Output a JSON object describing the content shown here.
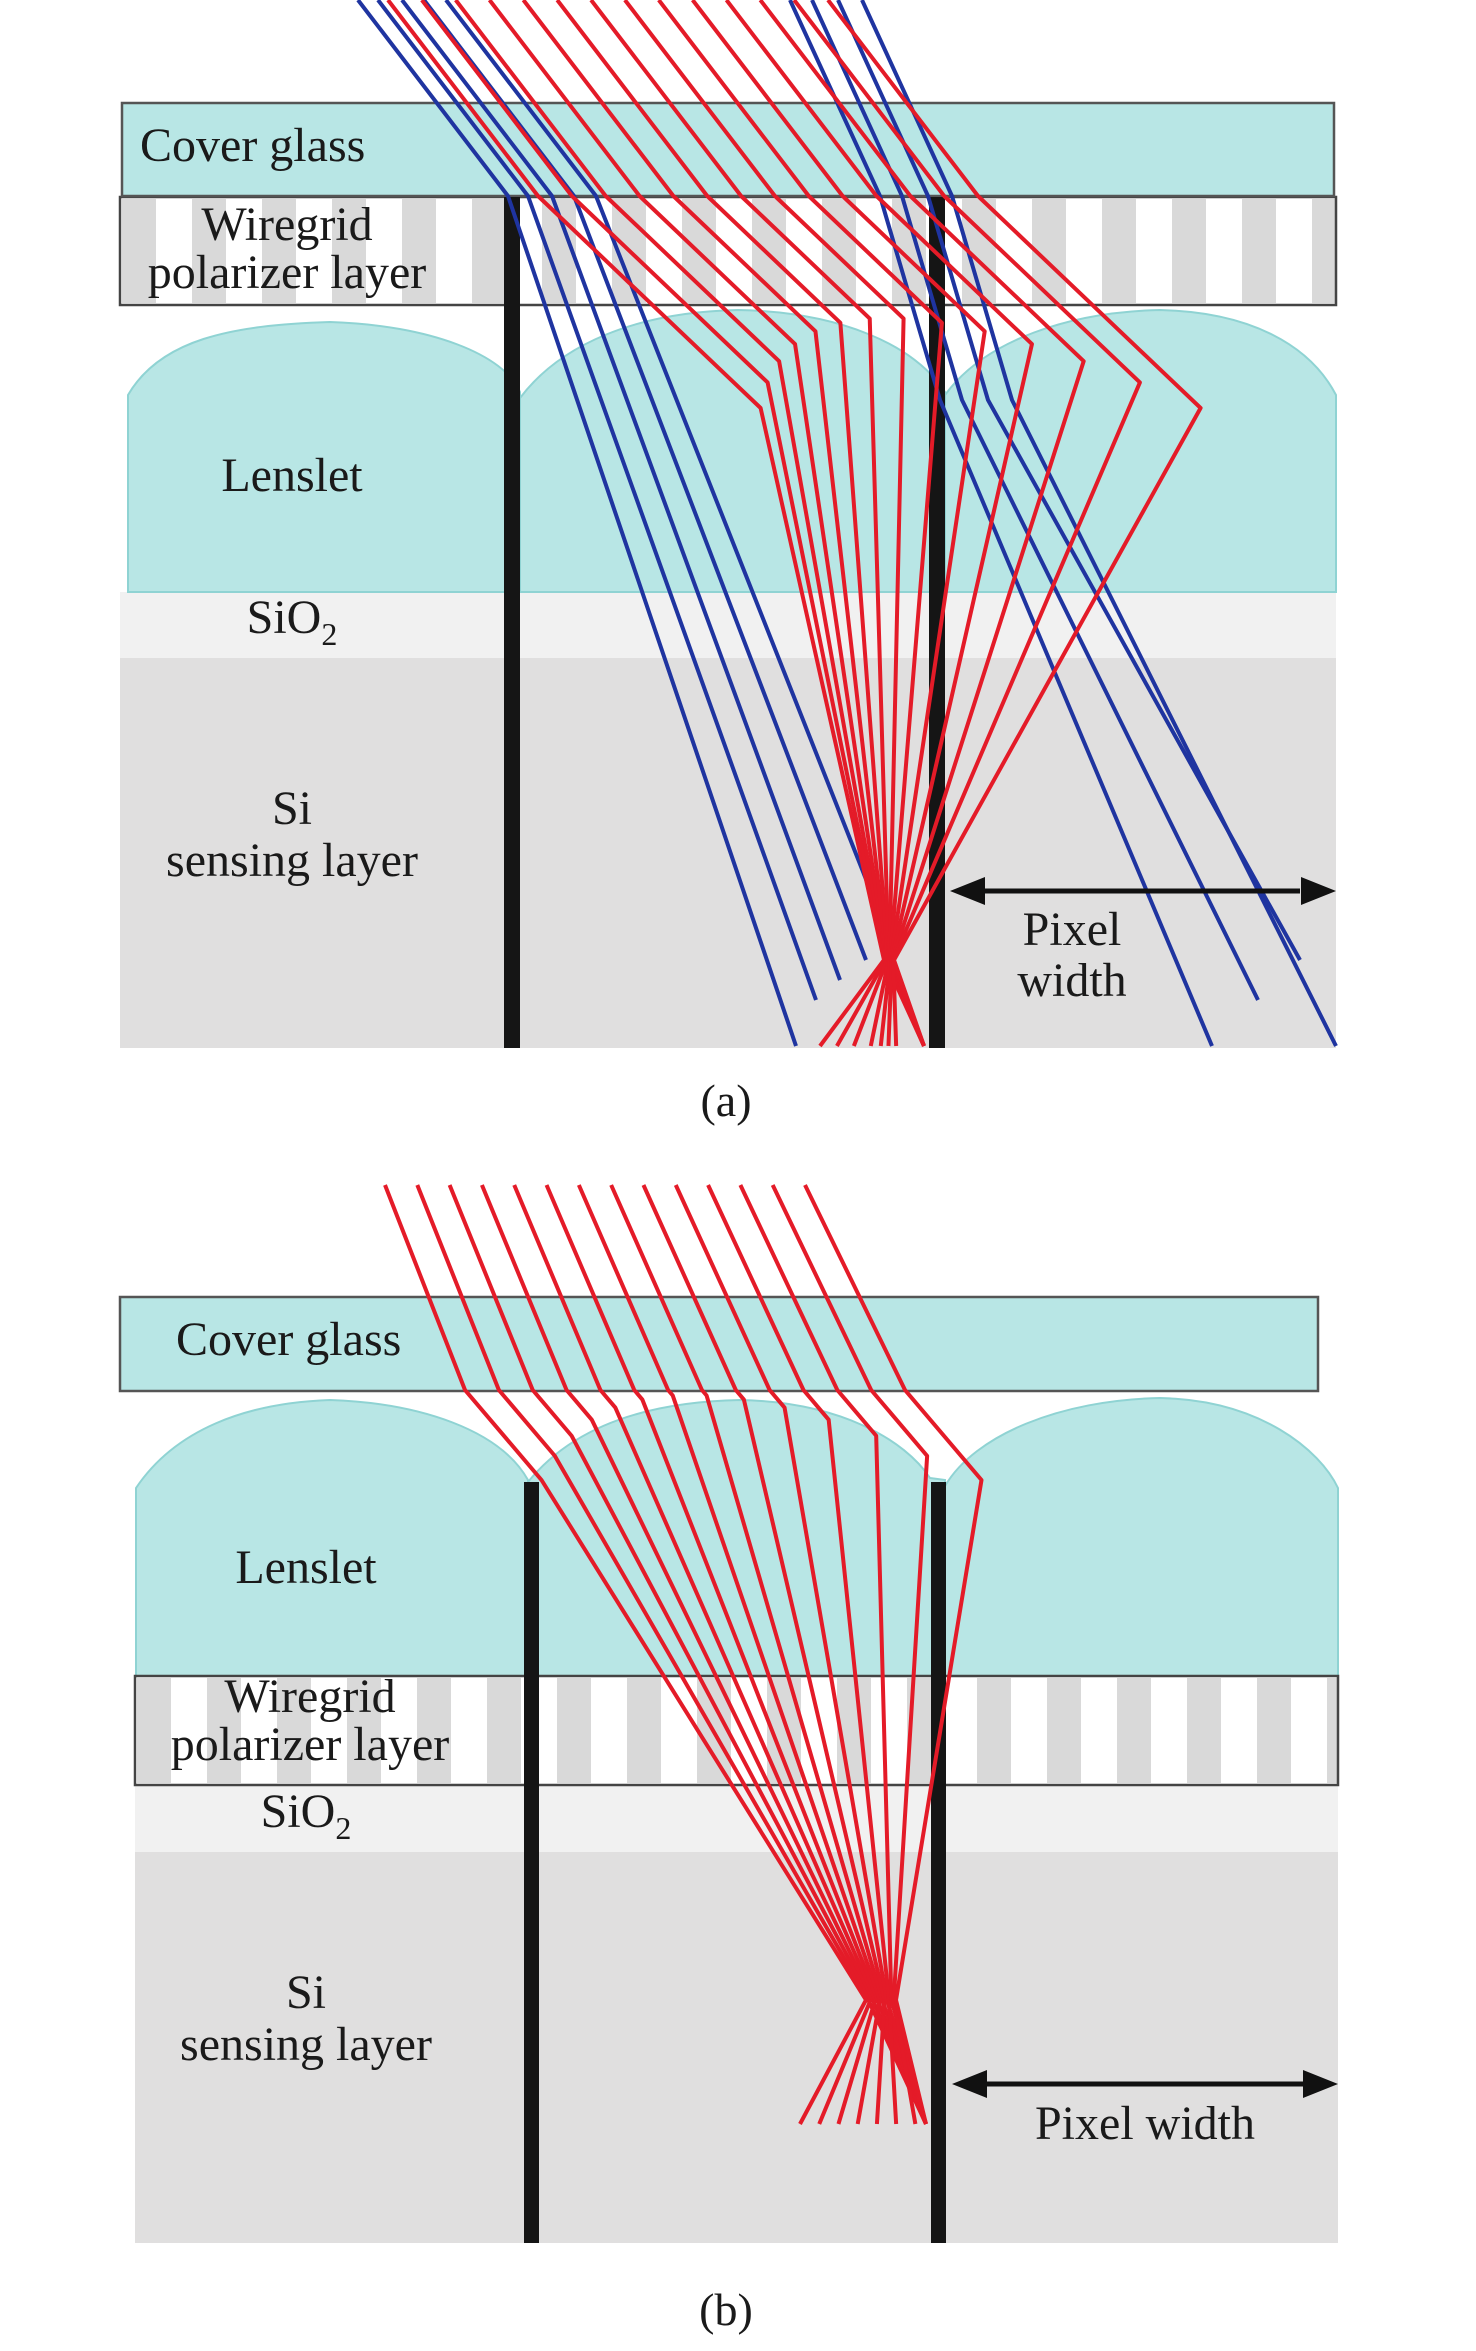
{
  "colors": {
    "glass": "#b8e6e5",
    "glass_edge": "#8fd3d3",
    "wire": "#d9d9d9",
    "oxide": "#f1f1f1",
    "silicon": "#e0dfdf",
    "separator": "#151515",
    "ray_red": "#e41b28",
    "ray_blue": "#1f34a0",
    "text": "#1a1a1a"
  },
  "panel_a": {
    "cover_glass_label": "Cover glass",
    "wiregrid_label_line1": "Wiregrid",
    "wiregrid_label_line2": "polarizer layer",
    "lenslet_label": "Lenslet",
    "sio2_base": "SiO",
    "sio2_sub": "2",
    "si_label_line1": "Si",
    "si_label_line2": "sensing layer",
    "pixel_width_line1": "Pixel",
    "pixel_width_line2": "width",
    "caption": "(a)"
  },
  "panel_b": {
    "cover_glass_label": "Cover glass",
    "lenslet_label": "Lenslet",
    "wiregrid_label_line1": "Wiregrid",
    "wiregrid_label_line2": "polarizer layer",
    "sio2_base": "SiO",
    "sio2_sub": "2",
    "si_label_line1": "Si",
    "si_label_line2": "sensing layer",
    "pixel_width_label": "Pixel width",
    "caption": "(b)"
  }
}
